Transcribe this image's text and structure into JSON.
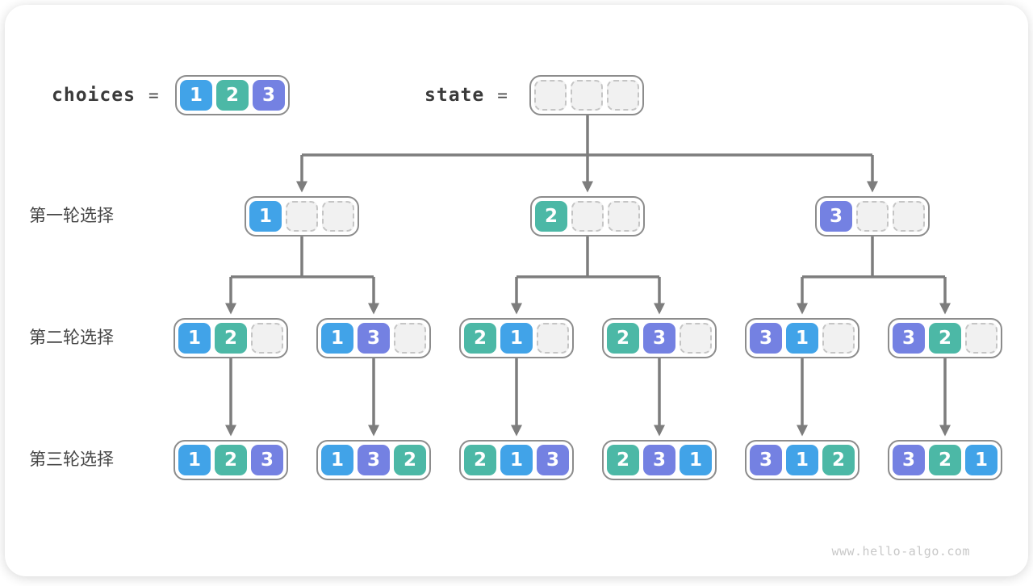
{
  "colors": {
    "cell_1": "#41a3e8",
    "cell_2": "#4cb8a6",
    "cell_3": "#7481e2",
    "line": "#7d7d7d",
    "node_border": "#8c8c8c",
    "empty_fill": "#f1f1f1",
    "empty_border": "#c5c5c5"
  },
  "legend": {
    "choices_label": "choices",
    "choices_eq": "=",
    "choices_values": [
      1,
      2,
      3
    ],
    "state_label": "state",
    "state_eq": "=",
    "state_values": [
      null,
      null,
      null
    ]
  },
  "rows": [
    {
      "label": "第一轮选择",
      "nodes": [
        [
          1,
          null,
          null
        ],
        [
          2,
          null,
          null
        ],
        [
          3,
          null,
          null
        ]
      ]
    },
    {
      "label": "第二轮选择",
      "nodes": [
        [
          1,
          2,
          null
        ],
        [
          1,
          3,
          null
        ],
        [
          2,
          1,
          null
        ],
        [
          2,
          3,
          null
        ],
        [
          3,
          1,
          null
        ],
        [
          3,
          2,
          null
        ]
      ]
    },
    {
      "label": "第三轮选择",
      "nodes": [
        [
          1,
          2,
          3
        ],
        [
          1,
          3,
          2
        ],
        [
          2,
          1,
          3
        ],
        [
          2,
          3,
          1
        ],
        [
          3,
          1,
          2
        ],
        [
          3,
          2,
          1
        ]
      ]
    }
  ],
  "watermark": "www.hello-algo.com"
}
